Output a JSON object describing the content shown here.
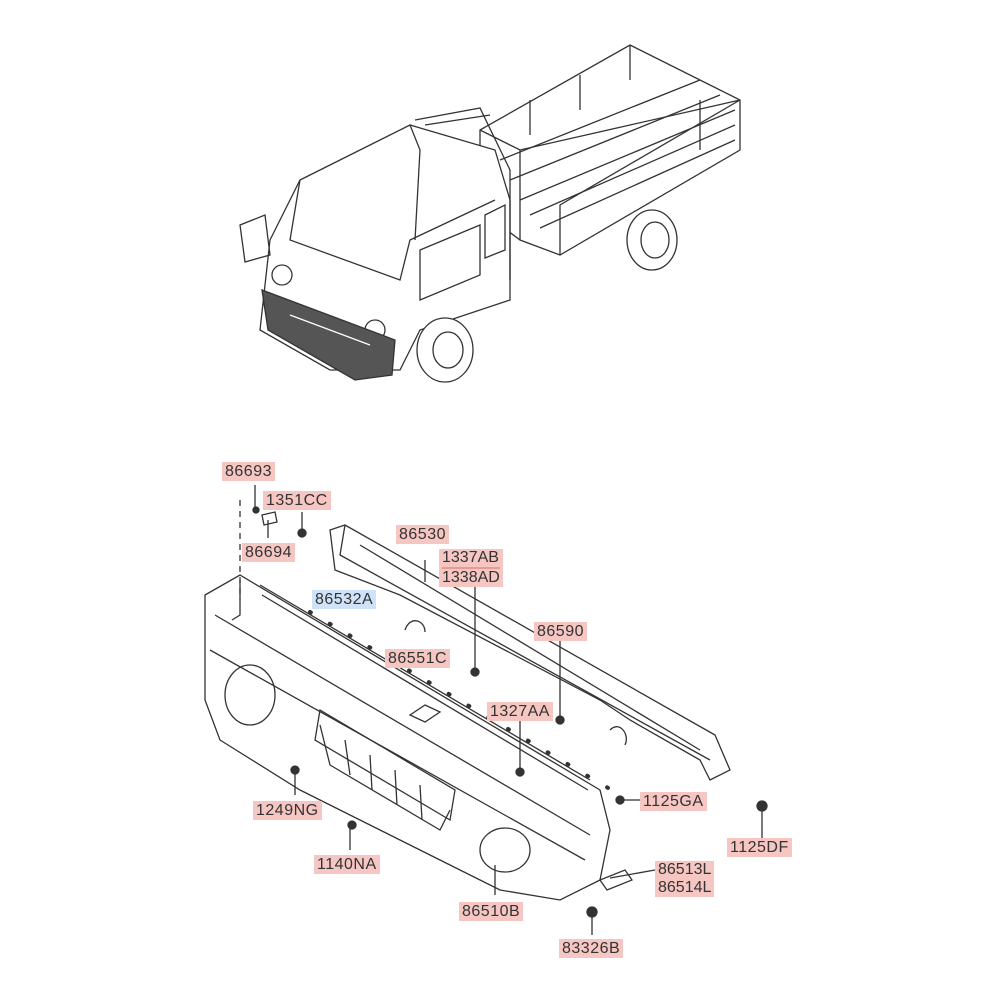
{
  "diagram": {
    "title": "Front Bumper",
    "colors": {
      "label_bg": "#f6c6c2",
      "highlight_bg": "#cfe2f8",
      "line": "#333333"
    },
    "parts": {
      "p86693": "86693",
      "p1351CC": "1351CC",
      "p86694": "86694",
      "p86530": "86530",
      "p1337AB": "1337AB",
      "p1338AD": "1338AD",
      "p86532A": "86532A",
      "p86590": "86590",
      "p86551C": "86551C",
      "p1327AA": "1327AA",
      "p1249NG": "1249NG",
      "p1125GA": "1125GA",
      "p1125DF": "1125DF",
      "p1140NA": "1140NA",
      "p86513L": "86513L",
      "p86514L": "86514L",
      "p86510B": "86510B",
      "p83326B": "83326B"
    }
  }
}
